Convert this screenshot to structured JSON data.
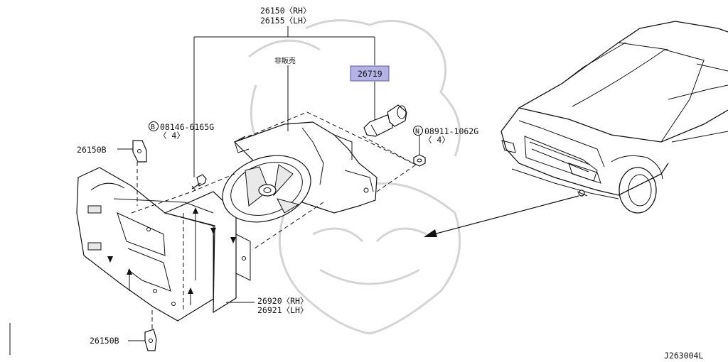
{
  "labels": {
    "lamp_rh": "26150〈RH〉",
    "lamp_lh": "26155〈LH〉",
    "not_sold": "非販売",
    "bulb": "26719",
    "bolt_symbol": "B",
    "bolt": "08146-6165G",
    "bolt_qty": "〈 4〉",
    "nut_symbol": "N",
    "nut": "08911-1062G",
    "nut_qty": "〈 4〉",
    "clip_top": "26150B",
    "clip_bottom": "26150B",
    "bracket_rh": "26920〈RH〉",
    "bracket_lh": "26921〈LH〉",
    "diagram_id": "J263004L"
  },
  "colors": {
    "highlight": "#b3b3e6",
    "highlight_border": "#5a5aa8"
  }
}
